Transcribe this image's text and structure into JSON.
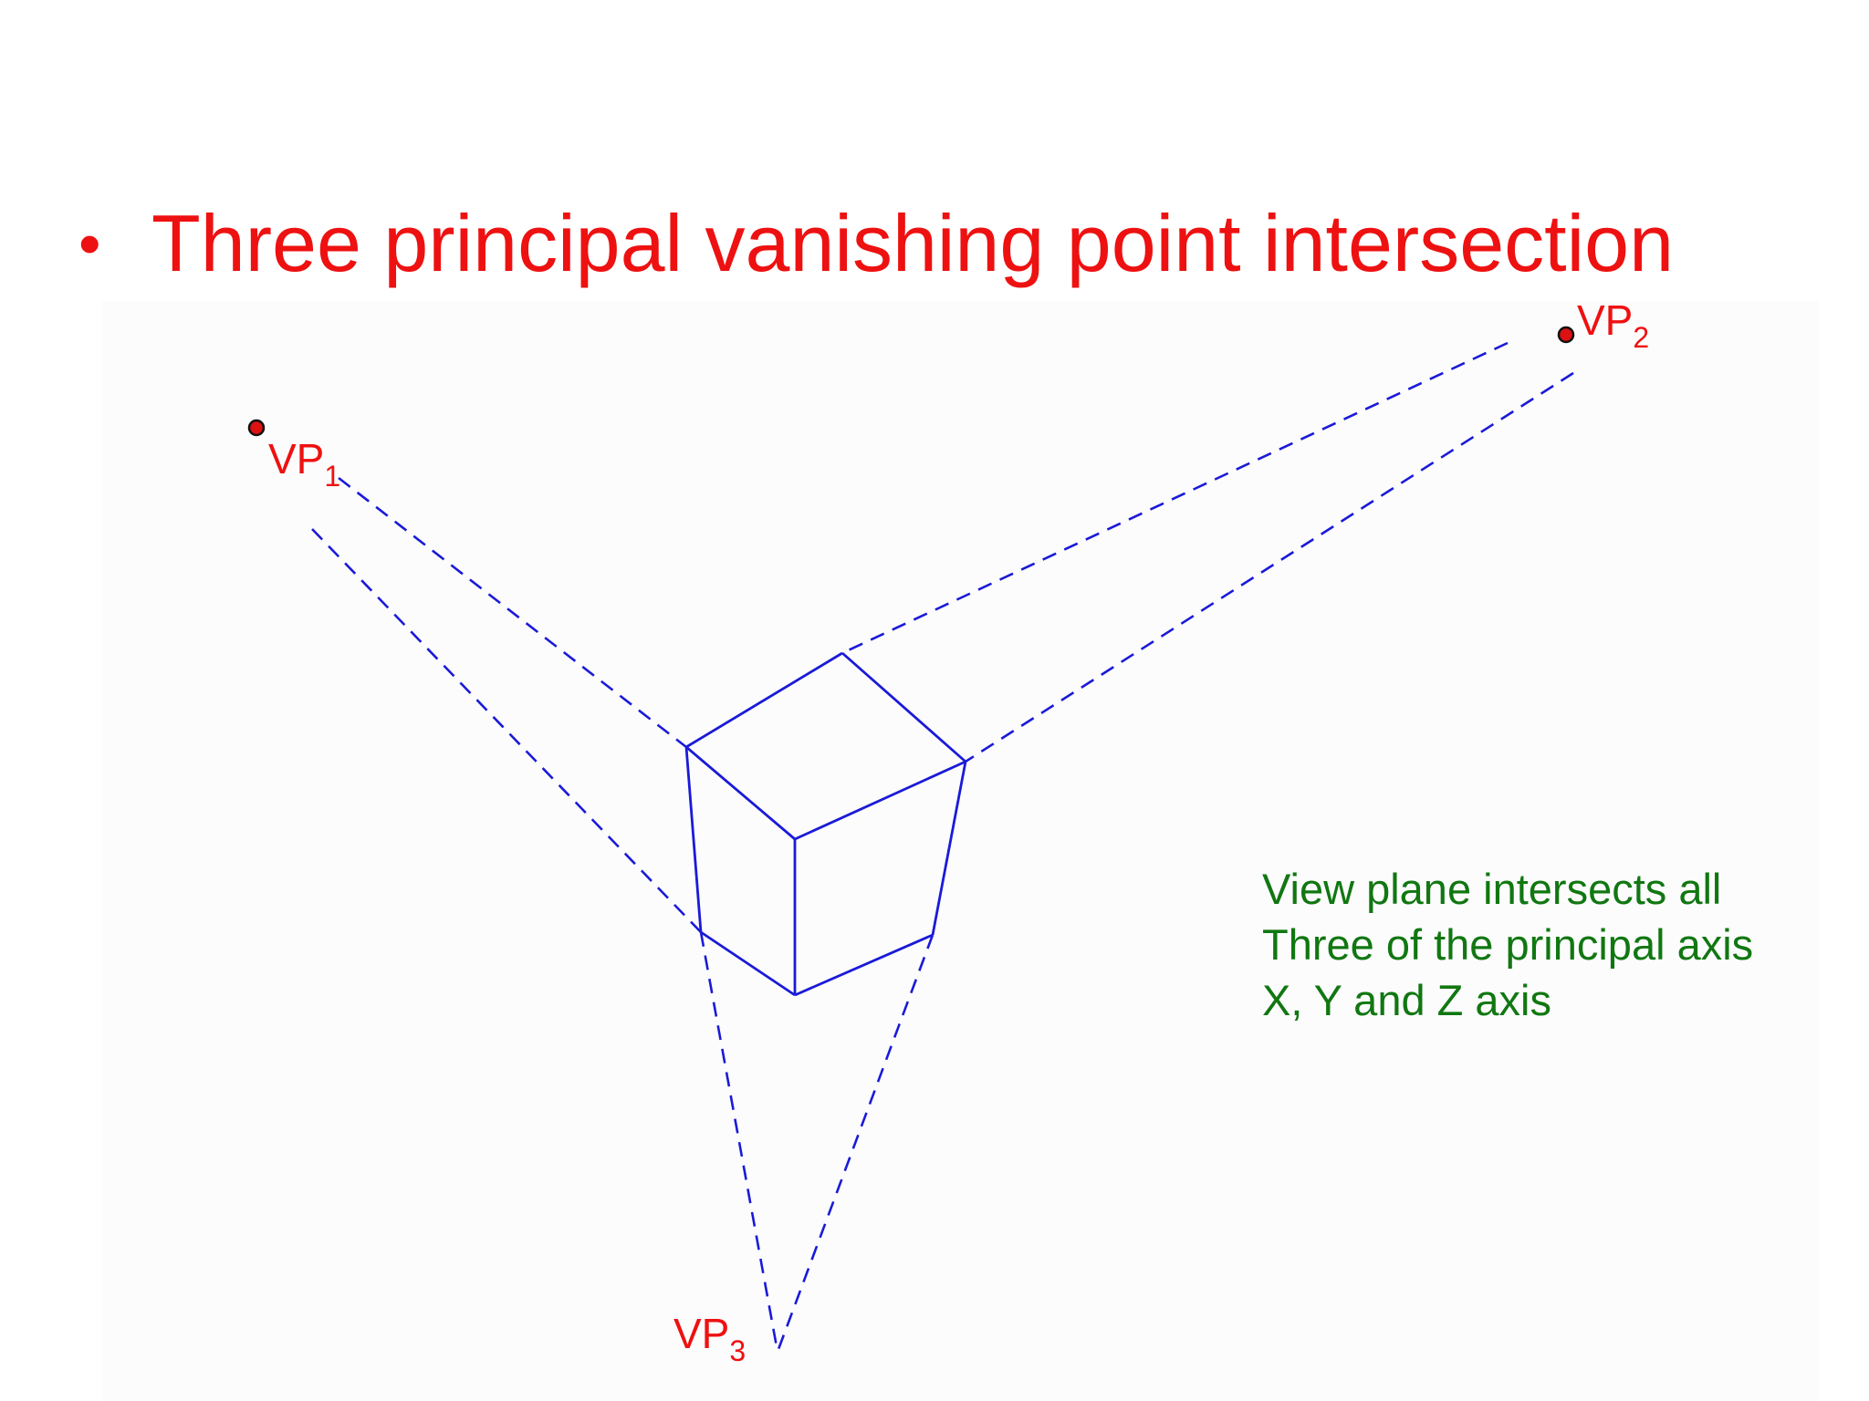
{
  "title": "Three principal vanishing point intersection",
  "bullet": "•",
  "diagram": {
    "vanishing_points": [
      {
        "main": "VP",
        "sub": "1"
      },
      {
        "main": "VP",
        "sub": "2"
      },
      {
        "main": "VP",
        "sub": "3"
      }
    ],
    "colors": {
      "title": "#ee1111",
      "vanishing_point_fill": "#dd1111",
      "lines": "#1a1ad8",
      "note": "#117711"
    }
  },
  "note": {
    "lines": [
      "View plane intersects all",
      "Three of the principal axis",
      "X, Y and Z axis"
    ]
  }
}
